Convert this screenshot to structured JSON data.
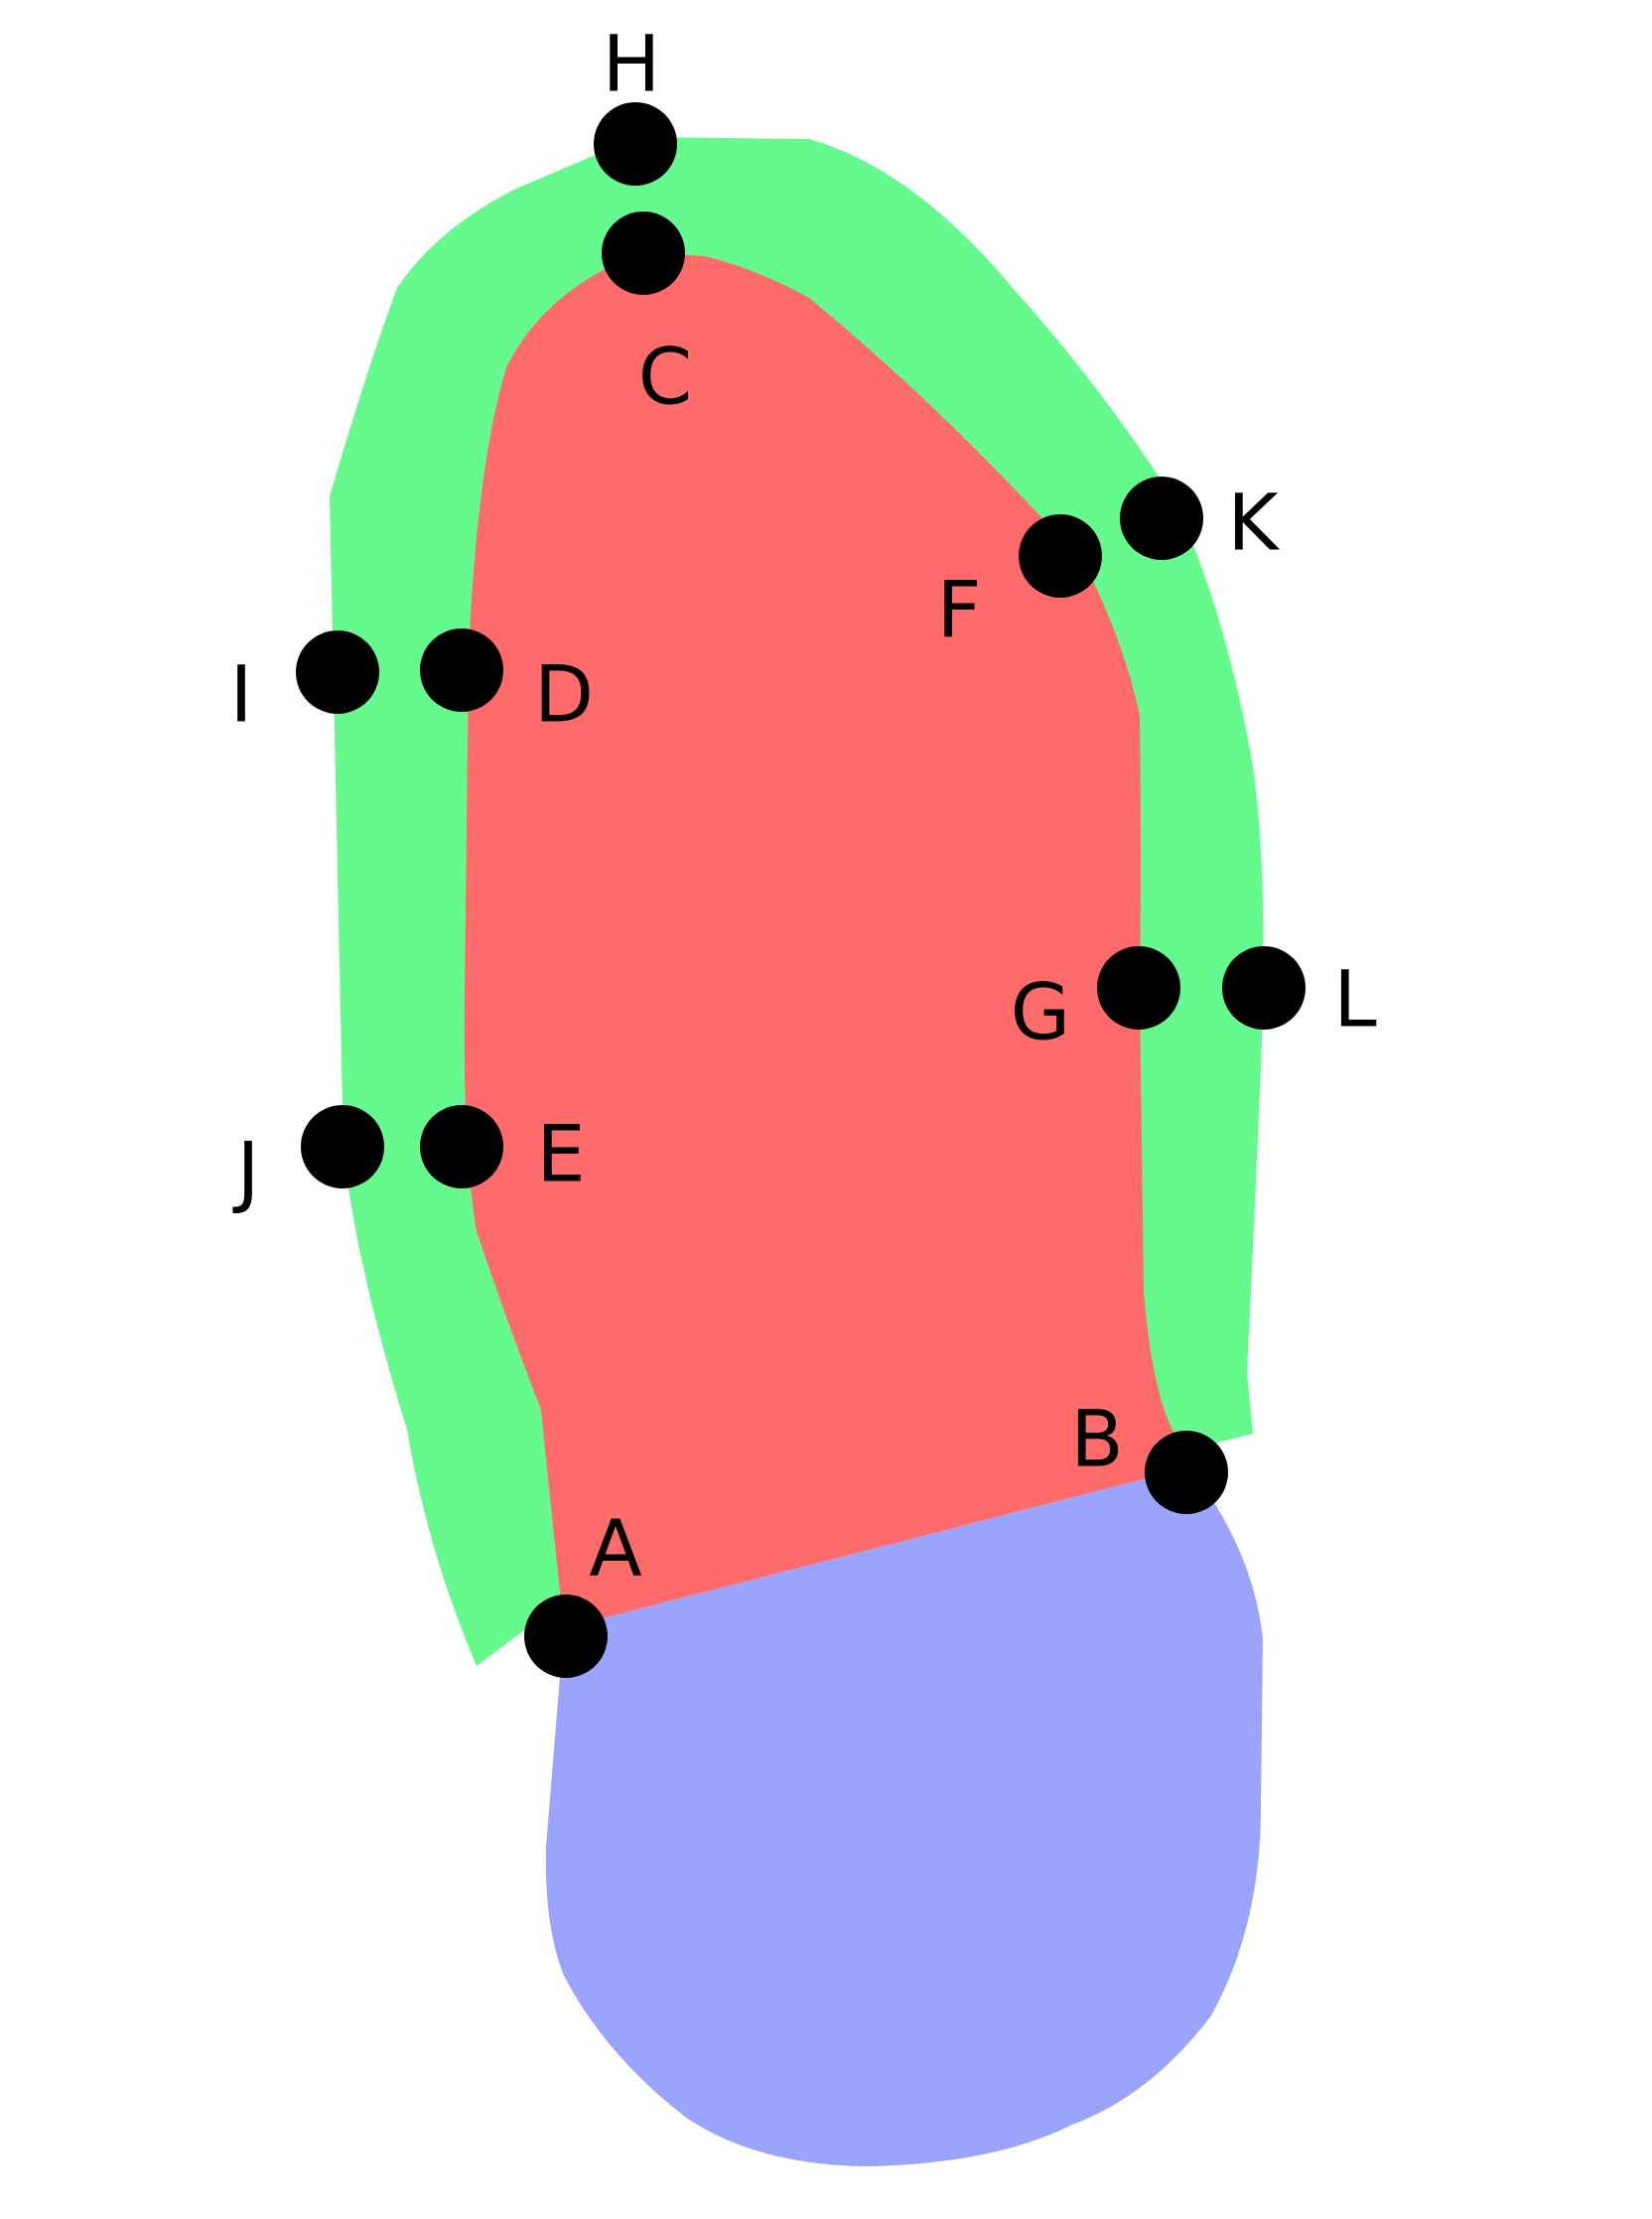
{
  "regions": {
    "outer_layer_color": "#66f98d",
    "inner_region_color": "#ff6b6b",
    "base_region_color": "#9aa4fd"
  },
  "point_color": "#000000",
  "points": [
    {
      "id": "A",
      "label": "A"
    },
    {
      "id": "B",
      "label": "B"
    },
    {
      "id": "C",
      "label": "C"
    },
    {
      "id": "D",
      "label": "D"
    },
    {
      "id": "E",
      "label": "E"
    },
    {
      "id": "F",
      "label": "F"
    },
    {
      "id": "G",
      "label": "G"
    },
    {
      "id": "H",
      "label": "H"
    },
    {
      "id": "I",
      "label": "I"
    },
    {
      "id": "J",
      "label": "J"
    },
    {
      "id": "K",
      "label": "K"
    },
    {
      "id": "L",
      "label": "L"
    }
  ]
}
